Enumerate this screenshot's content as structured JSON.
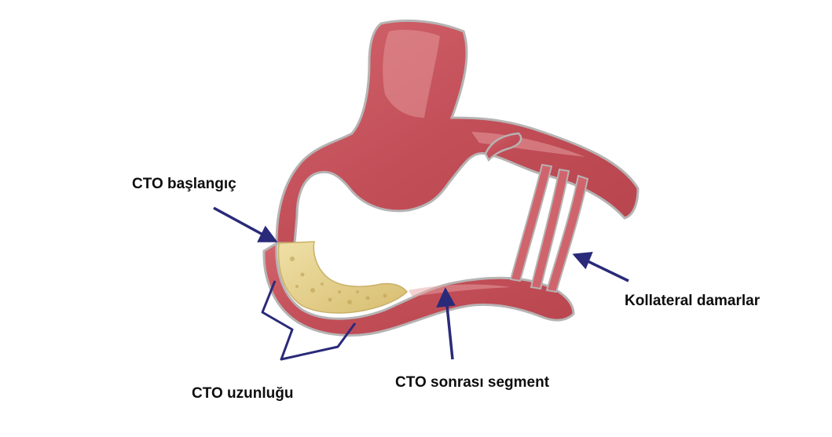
{
  "diagram": {
    "labels": {
      "cto_start": "CTO başlangıç",
      "cto_length": "CTO uzunluğu",
      "post_cto_segment": "CTO sonrası segment",
      "collateral_vessels": "Kollateral damarlar"
    },
    "colors": {
      "vessel_fill": "#c9545e",
      "vessel_highlight": "#e8a3a4",
      "vessel_outline": "#b7b3b3",
      "plaque_fill": "#e3cf8c",
      "arrow_color": "#2a2a7a",
      "label_color": "#0d0d0d",
      "background": "#ffffff"
    }
  }
}
